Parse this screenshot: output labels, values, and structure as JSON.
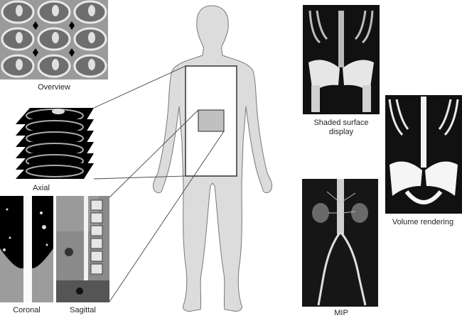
{
  "figure": {
    "panels": [
      {
        "id": "overview",
        "label": "Overview"
      },
      {
        "id": "axial",
        "label": "Axial"
      },
      {
        "id": "coronal",
        "label": "Coronal"
      },
      {
        "id": "sagittal",
        "label": "Sagittal"
      },
      {
        "id": "ssd",
        "label": "Shaded surface\ndisplay"
      },
      {
        "id": "volume",
        "label": "Volume rendering"
      },
      {
        "id": "mip",
        "label": "MIP"
      }
    ],
    "colors": {
      "body_fill": "#dcdcdc",
      "body_outline": "#777777",
      "scan_region_fill": "#ffffff",
      "scan_region_border": "#333333",
      "subregion_fill": "#c0c0c0",
      "connector_line": "#444444",
      "image_background": "#1a1a1a"
    }
  }
}
